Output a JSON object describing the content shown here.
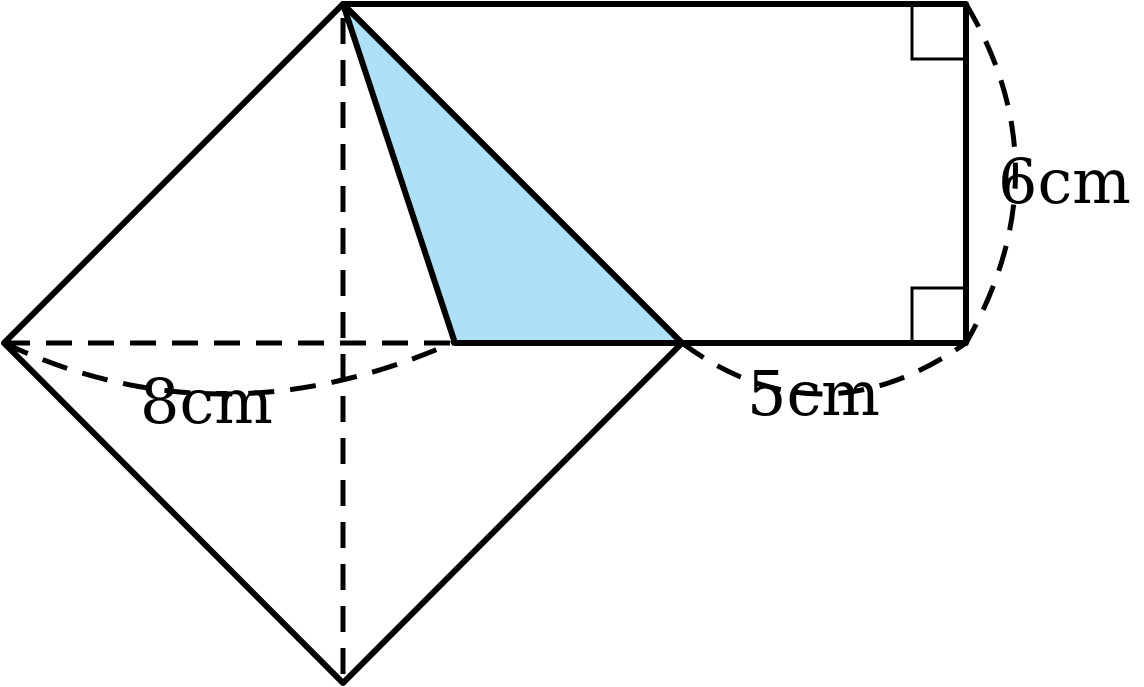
{
  "colors": {
    "line": "#000000",
    "shaded_triangle": "#aee0f8",
    "background": "#ffffff"
  },
  "labels": {
    "diagonal": "8cm",
    "rect_width": "5cm",
    "rect_height": "6cm"
  }
}
